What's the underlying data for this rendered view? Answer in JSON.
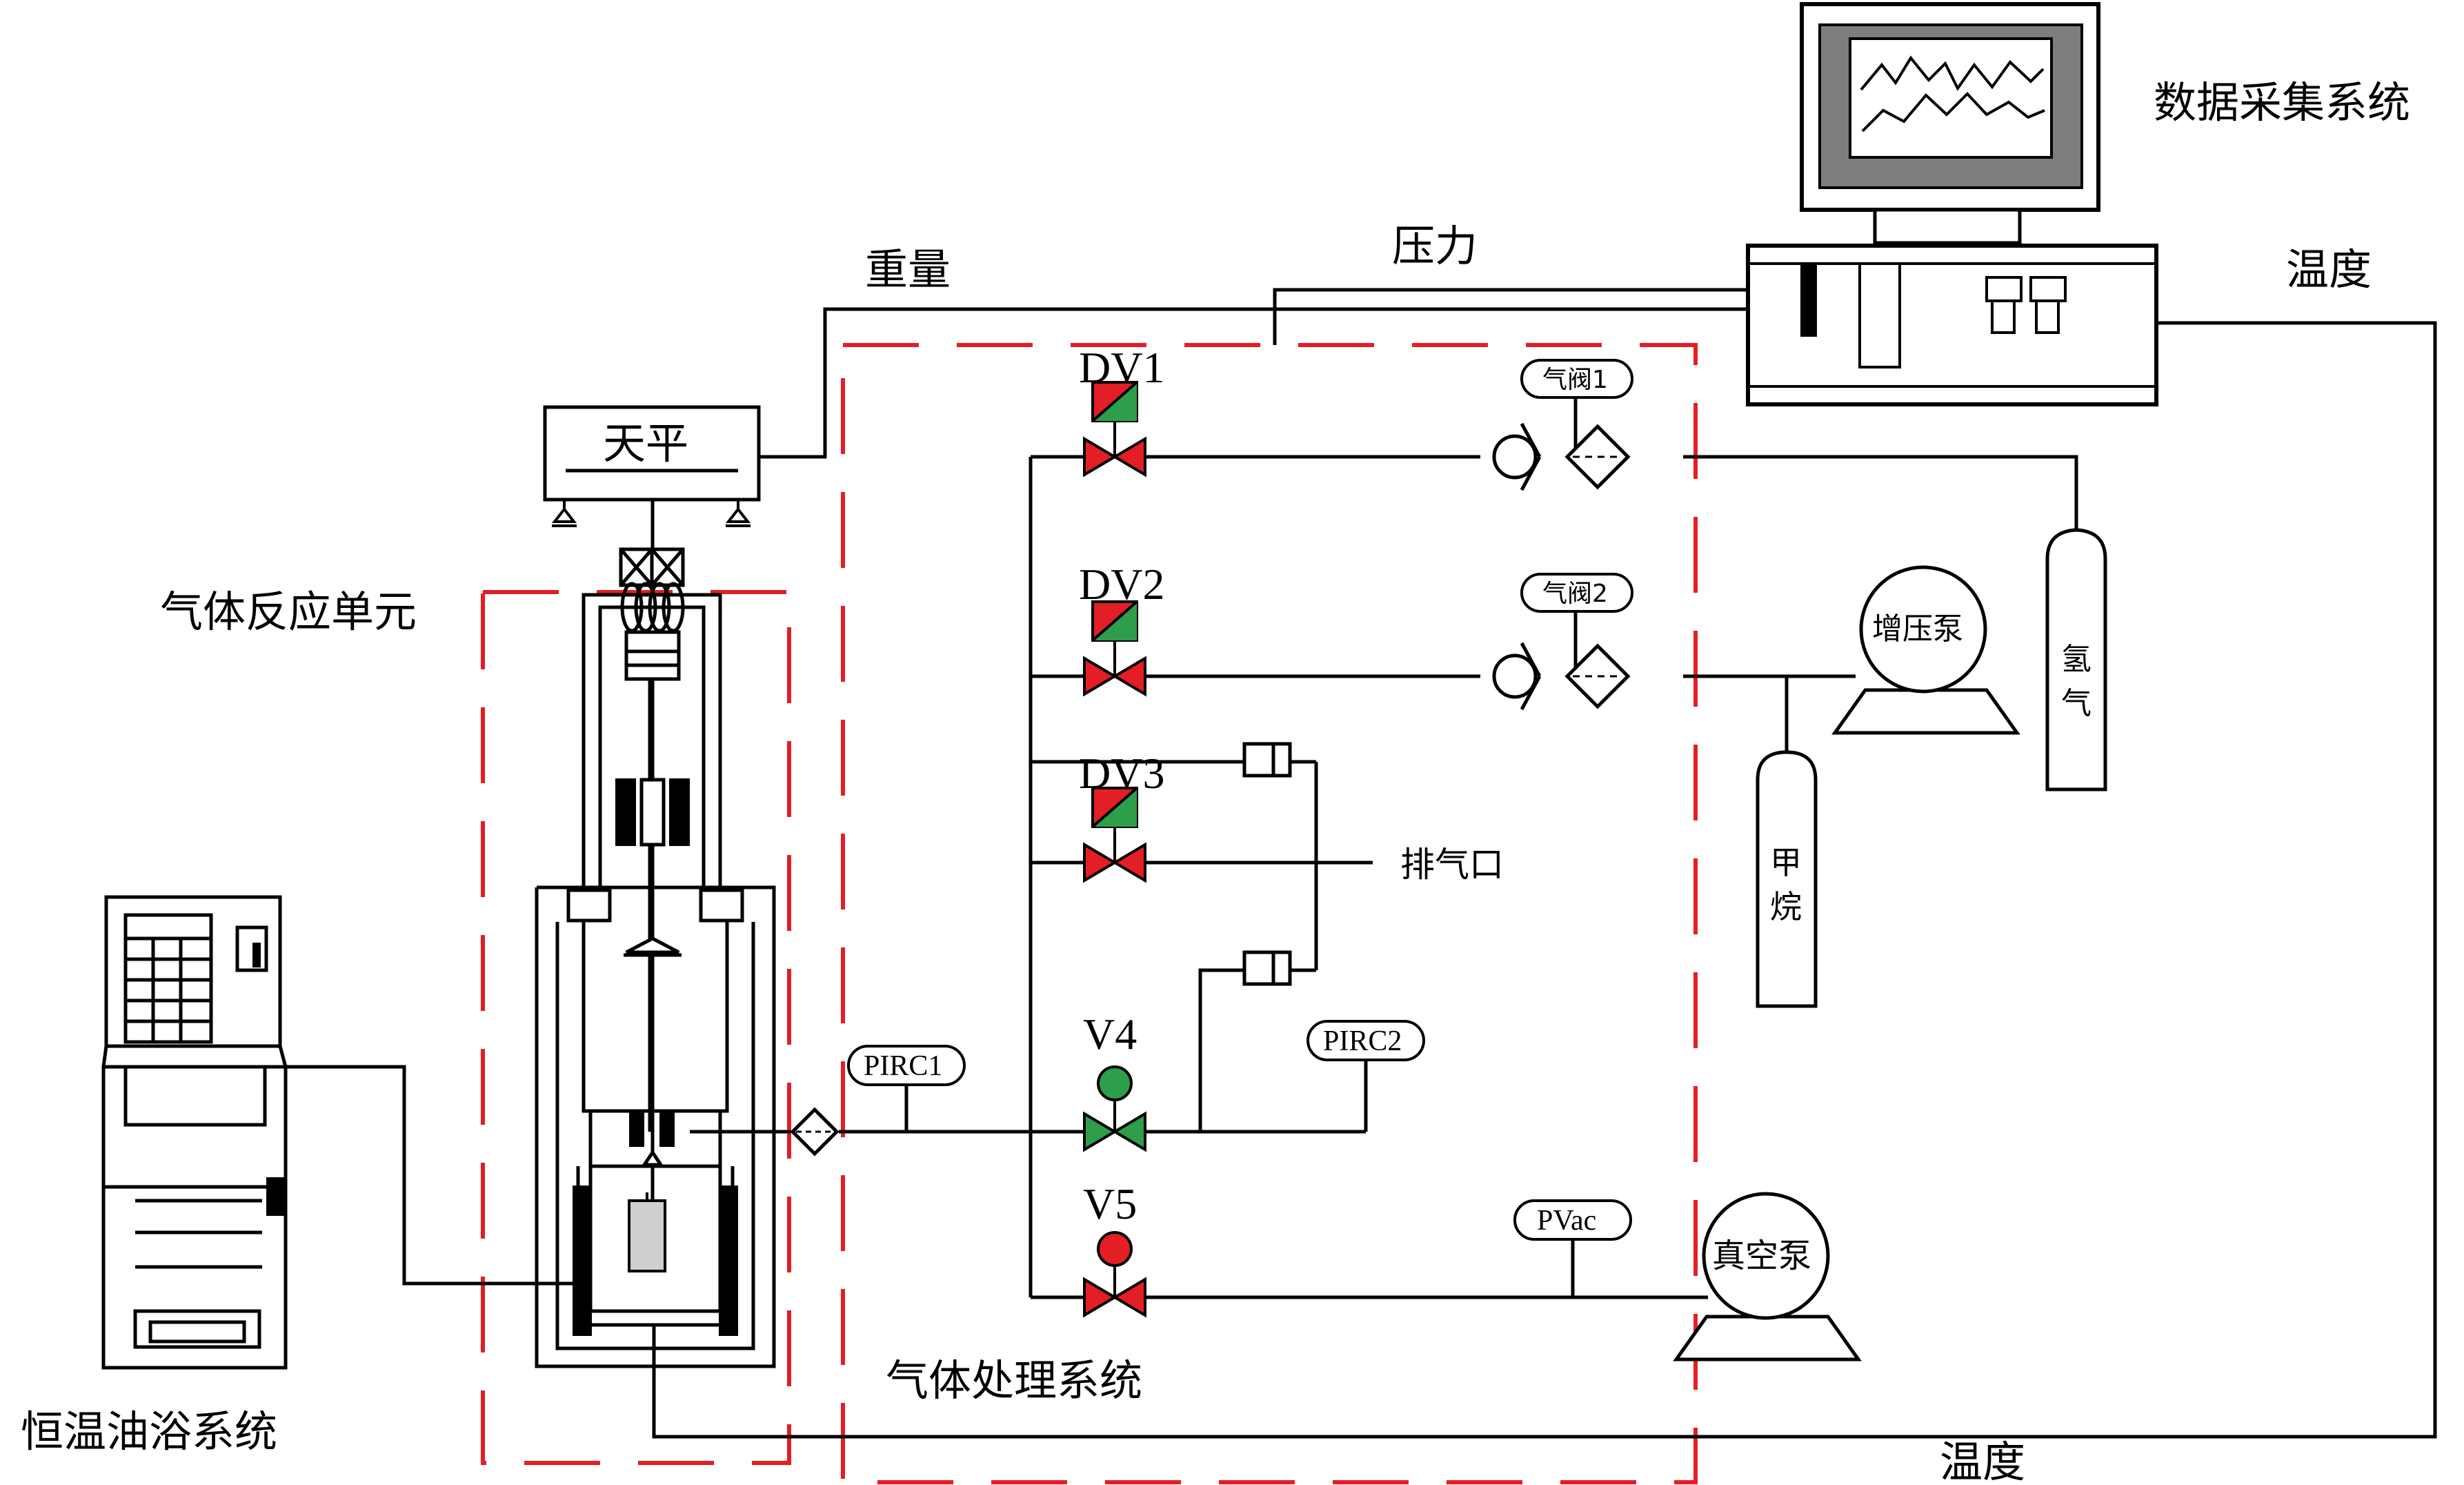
{
  "colors": {
    "line": "#000000",
    "dashed_border": "#e31e24",
    "valve_red": "#e31e24",
    "valve_green": "#2e9e4a",
    "chamber_gray": "#cfcfcf"
  },
  "labels": {
    "daq_system": "数据采集系统",
    "weight": "重量",
    "pressure": "压力",
    "temperature_top": "温度",
    "temperature_bottom": "温度",
    "balance": "天平",
    "reaction_unit": "气体反应单元",
    "oil_bath": "恒温油浴系统",
    "gas_processing": "气体处理系统",
    "exhaust": "排气口",
    "booster_pump": "增压泵",
    "vacuum_pump": "真空泵",
    "hydrogen_cyl_1": "氢",
    "hydrogen_cyl_2": "气",
    "methane_cyl_1": "甲",
    "methane_cyl_2": "烷"
  },
  "valves": {
    "dv1": "DV1",
    "dv2": "DV2",
    "dv3": "DV3",
    "v4": "V4",
    "v5": "V5"
  },
  "instruments": {
    "gas_valve_1": "气阀1",
    "gas_valve_2": "气阀2",
    "pirc1": "PIRC1",
    "pirc2": "PIRC2",
    "pvac": "PVac"
  }
}
